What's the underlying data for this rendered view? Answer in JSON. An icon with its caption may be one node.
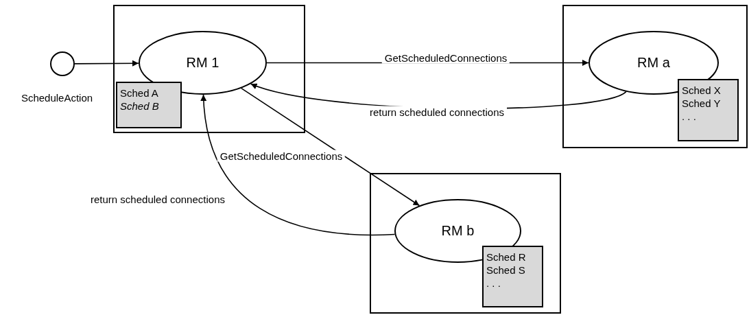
{
  "diagram": {
    "nodes": [
      {
        "text": [],
        "shape": "circle",
        "beside": [
          "ScheduleAction"
        ]
      },
      {
        "text": [],
        "shape": "box"
      },
      {
        "text": [
          "RM 1"
        ],
        "in": 1
      },
      {
        "text": [
          "Sched A",
          "*Sched B*"
        ],
        "in": 1
      },
      {
        "text": [],
        "shape": "box"
      },
      {
        "text": [
          "RM a"
        ],
        "in": 4
      },
      {
        "text": [
          "Sched X",
          "Sched Y",
          ". . ."
        ],
        "in": 4
      },
      {
        "text": [],
        "shape": "box"
      },
      {
        "text": [
          "RM b"
        ],
        "in": 7
      },
      {
        "text": [
          "Sched R",
          "Sched S",
          ". . ."
        ],
        "in": 7
      }
    ],
    "edges": [
      {
        "from": 0,
        "to": 2,
        "arrow": "to"
      },
      {
        "from": 2,
        "to": 5,
        "arrow": "to",
        "label": "GetScheduledConnections"
      },
      {
        "from": 5,
        "to": 2,
        "arrow": "to",
        "label": "return scheduled connections"
      },
      {
        "from": 2,
        "to": 8,
        "arrow": "to",
        "label": "GetScheduledConnections"
      },
      {
        "from": 8,
        "to": 2,
        "arrow": "to",
        "label": "return scheduled connections"
      }
    ]
  }
}
